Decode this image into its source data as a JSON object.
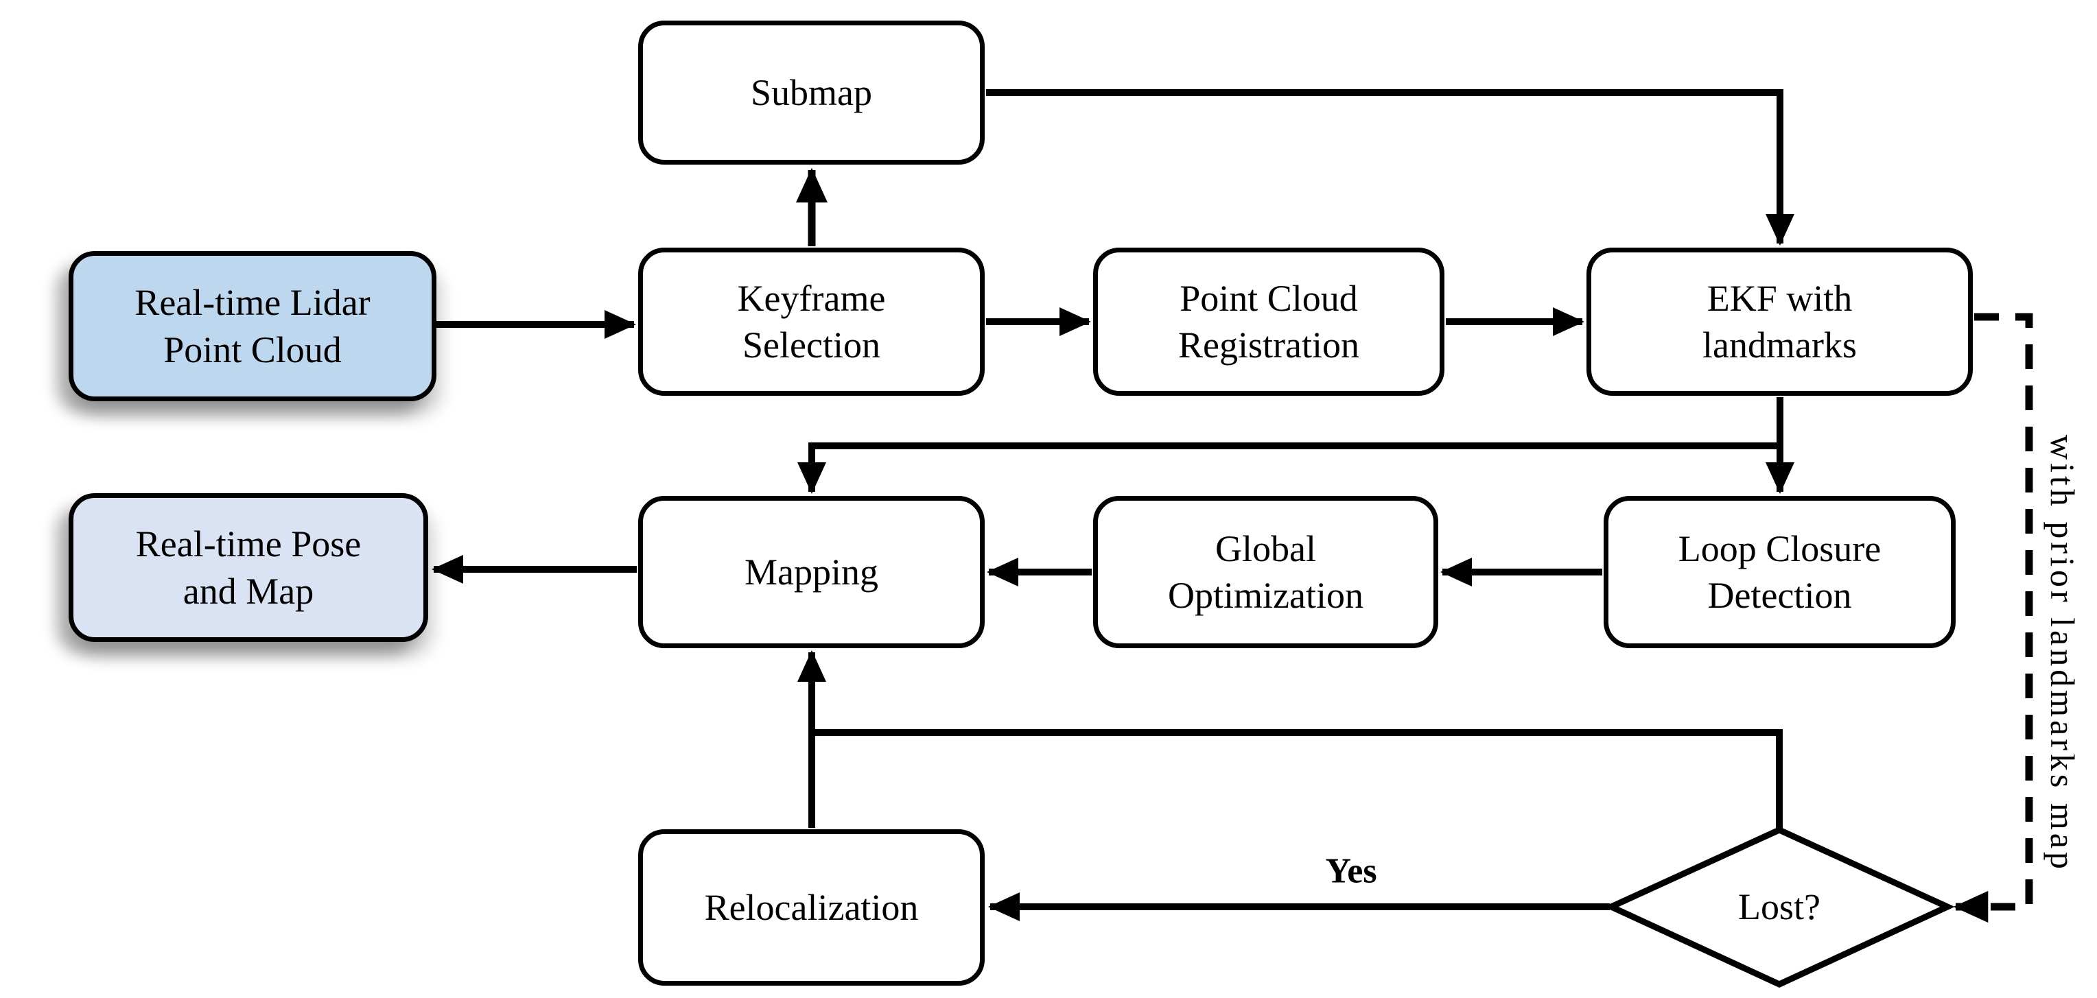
{
  "diagram": {
    "type": "flowchart",
    "colors": {
      "input_node_fill": "#BDD7EE",
      "output_node_fill": "#DAE3F3",
      "process_node_fill": "#FFFFFF",
      "stroke": "#000000"
    },
    "nodes": [
      {
        "id": "submap",
        "label": "Submap",
        "shape": "rounded-rect"
      },
      {
        "id": "lidar-input",
        "label": "Real-time Lidar\nPoint Cloud",
        "shape": "rounded-rect",
        "fill": "#BDD7EE"
      },
      {
        "id": "keyframe-selection",
        "label": "Keyframe\nSelection",
        "shape": "rounded-rect"
      },
      {
        "id": "point-cloud-registration",
        "label": "Point Cloud\nRegistration",
        "shape": "rounded-rect"
      },
      {
        "id": "ekf-with-landmarks",
        "label": "EKF with\nlandmarks",
        "shape": "rounded-rect"
      },
      {
        "id": "loop-closure-detection",
        "label": "Loop Closure\nDetection",
        "shape": "rounded-rect"
      },
      {
        "id": "global-optimization",
        "label": "Global\nOptimization",
        "shape": "rounded-rect"
      },
      {
        "id": "mapping",
        "label": "Mapping",
        "shape": "rounded-rect"
      },
      {
        "id": "pose-output",
        "label": "Real-time Pose\nand Map",
        "shape": "rounded-rect",
        "fill": "#DAE3F3"
      },
      {
        "id": "relocalization",
        "label": "Relocalization",
        "shape": "rounded-rect"
      },
      {
        "id": "lost-decision",
        "label": "Lost?",
        "shape": "diamond"
      }
    ],
    "edge_labels": {
      "yes": "Yes",
      "prior_map": "with prior landmarks map"
    }
  }
}
